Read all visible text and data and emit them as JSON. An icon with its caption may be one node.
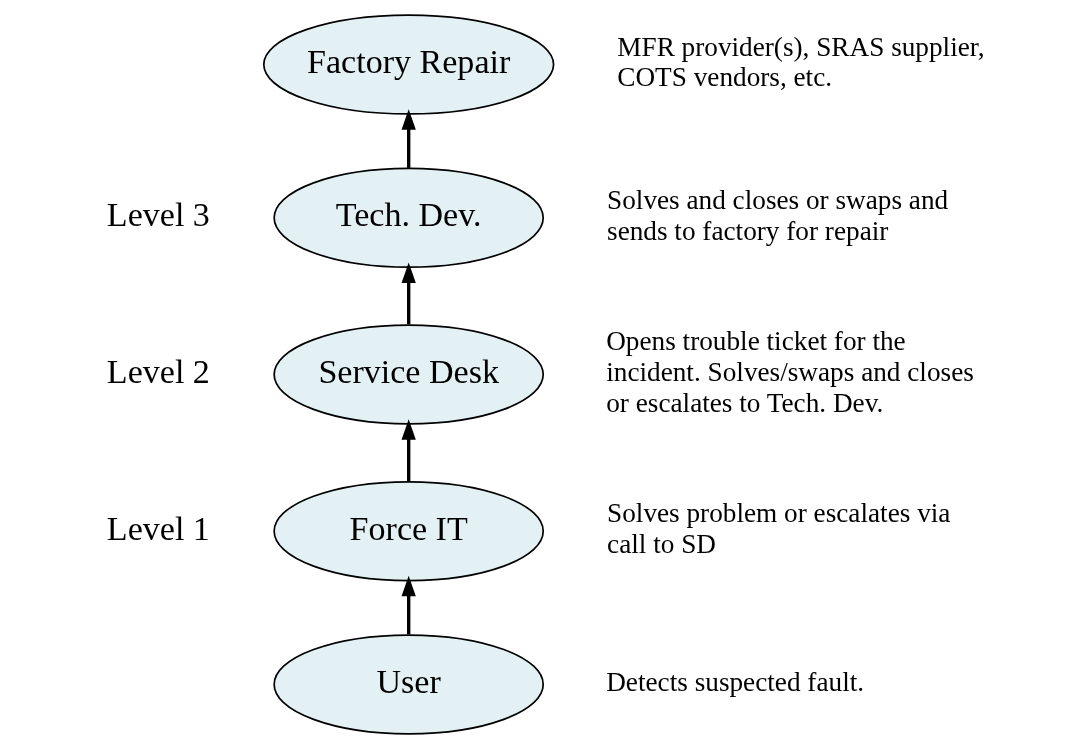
{
  "diagram": {
    "nodes": [
      {
        "text": [
          "Factory Repair"
        ],
        "beside": [
          "MFR provider(s), SRAS supplier, COTS vendors, etc."
        ]
      },
      {
        "text": [
          "Tech. Dev."
        ],
        "beside": [
          "Solves and closes or swaps and sends to factory for repair"
        ]
      },
      {
        "text": [
          "Service Desk"
        ],
        "beside": [
          "Opens trouble ticket for the incident. Solves/swaps and closes or escalates to Tech. Dev."
        ]
      },
      {
        "text": [
          "Force IT"
        ],
        "beside": [
          "Solves problem or escalates via call to SD"
        ]
      },
      {
        "text": [
          "User"
        ],
        "beside": [
          "Detects suspected fault."
        ]
      }
    ],
    "edges": [
      {
        "from": 4,
        "to": 3,
        "arrow": "to"
      },
      {
        "from": 3,
        "to": 2,
        "arrow": "to"
      },
      {
        "from": 2,
        "to": 1,
        "arrow": "to"
      },
      {
        "from": 1,
        "to": 0,
        "arrow": "to"
      }
    ],
    "labels": [
      "Level 3",
      "Level 2",
      "Level 1"
    ]
  }
}
